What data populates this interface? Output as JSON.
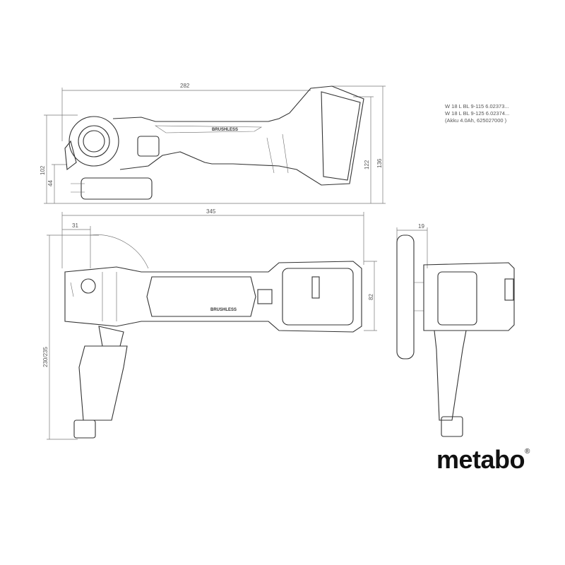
{
  "info": {
    "line1": "W 18 L BL 9-115   6.02373...",
    "line2": "W 18 L BL 9-125   6.02374...",
    "line3": "(Akku 4.0Ah, 625027000 )"
  },
  "dimensions": {
    "side_length": "282",
    "side_height_total": "102",
    "side_height_head": "44",
    "side_height_battery": "122",
    "side_height_max": "136",
    "top_length": "345",
    "top_head_offset": "31",
    "top_width": "230/235",
    "top_battery_width": "82",
    "front_depth": "19"
  },
  "labels": {
    "brushless_side": "BRUSHLESS",
    "brushless_top": "BRUSHLESS"
  },
  "logo": {
    "text": "metabo",
    "mark": "®"
  }
}
